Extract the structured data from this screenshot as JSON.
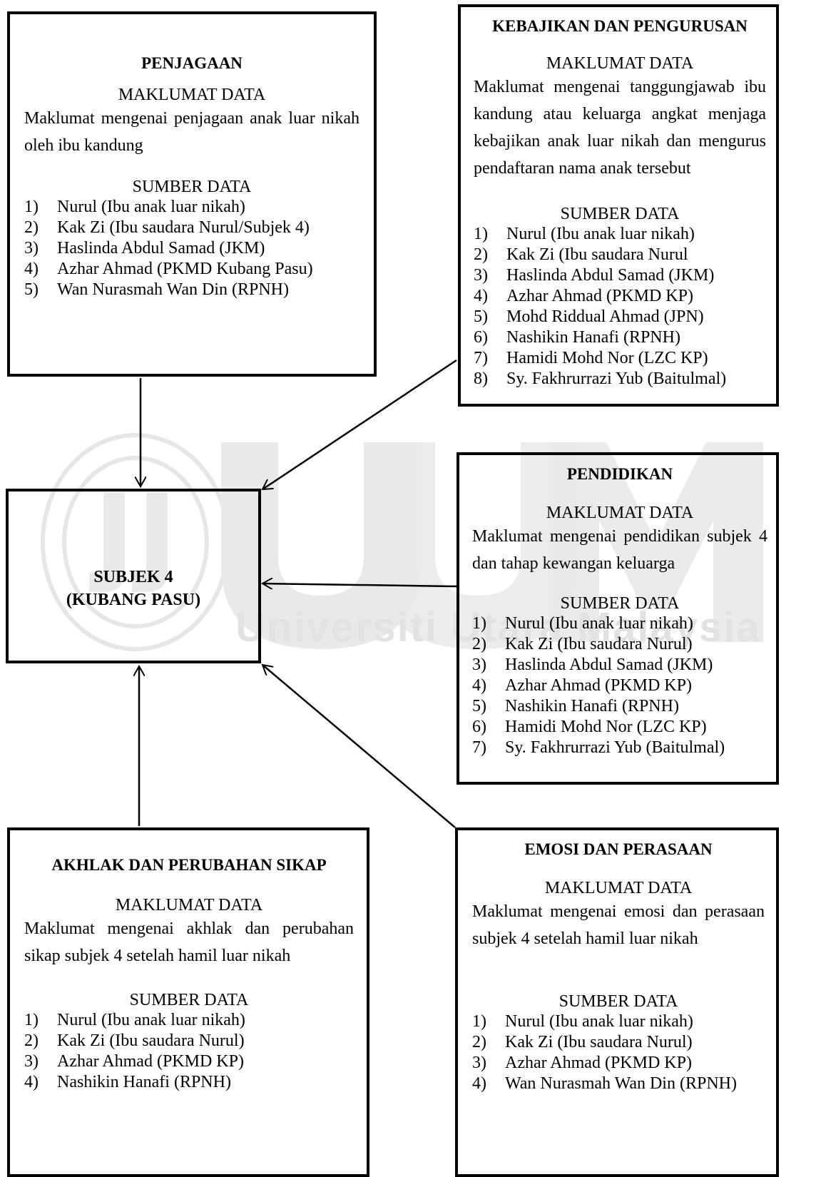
{
  "watermark": {
    "text": "Universiti Utara Malaysia",
    "logo_text": "UUM"
  },
  "center": {
    "line1": "SUBJEK 4",
    "line2": "(KUBANG PASU)"
  },
  "penjagaan": {
    "title": "PENJAGAAN",
    "maklumat_label": "MAKLUMAT DATA",
    "maklumat": "Maklumat mengenai penjagaan anak luar nikah oleh ibu kandung",
    "sumber_label": "SUMBER DATA",
    "sources": [
      {
        "n": "1)",
        "t": "Nurul (Ibu anak luar nikah)"
      },
      {
        "n": "2)",
        "t": "Kak Zi (Ibu saudara Nurul/Subjek 4)"
      },
      {
        "n": "3)",
        "t": "Haslinda Abdul Samad (JKM)"
      },
      {
        "n": "4)",
        "t": "Azhar Ahmad (PKMD Kubang Pasu)"
      },
      {
        "n": "5)",
        "t": "Wan Nurasmah Wan Din (RPNH)"
      }
    ]
  },
  "kebajikan": {
    "title": "KEBAJIKAN DAN PENGURUSAN",
    "maklumat_label": "MAKLUMAT DATA",
    "maklumat": "Maklumat mengenai tanggungjawab ibu kandung atau keluarga angkat menjaga kebajikan anak luar nikah dan mengurus pendaftaran nama anak tersebut",
    "sumber_label": "SUMBER DATA",
    "sources": [
      {
        "n": "1)",
        "t": "Nurul (Ibu anak luar nikah)"
      },
      {
        "n": "2)",
        "t": "Kak Zi (Ibu saudara Nurul"
      },
      {
        "n": "3)",
        "t": "Haslinda Abdul Samad (JKM)"
      },
      {
        "n": "4)",
        "t": "Azhar Ahmad (PKMD KP)"
      },
      {
        "n": "5)",
        "t": "Mohd Riddual Ahmad (JPN)"
      },
      {
        "n": "6)",
        "t": "Nashikin Hanafi (RPNH)"
      },
      {
        "n": "7)",
        "t": "Hamidi Mohd Nor (LZC KP)"
      },
      {
        "n": "8)",
        "t": "Sy. Fakhrurrazi Yub (Baitulmal)"
      }
    ]
  },
  "pendidikan": {
    "title": "PENDIDIKAN",
    "maklumat_label": "MAKLUMAT DATA",
    "maklumat": "Maklumat mengenai pendidikan subjek 4 dan tahap kewangan keluarga",
    "sumber_label": "SUMBER DATA",
    "sources": [
      {
        "n": "1)",
        "t": "Nurul (Ibu anak luar nikah)"
      },
      {
        "n": "2)",
        "t": "Kak Zi (Ibu saudara Nurul)"
      },
      {
        "n": "3)",
        "t": "Haslinda Abdul Samad (JKM)"
      },
      {
        "n": "4)",
        "t": "Azhar Ahmad (PKMD KP)"
      },
      {
        "n": "5)",
        "t": "Nashikin Hanafi (RPNH)"
      },
      {
        "n": "6)",
        "t": "Hamidi Mohd Nor (LZC KP)"
      },
      {
        "n": "7)",
        "t": "Sy. Fakhrurrazi Yub (Baitulmal)"
      }
    ]
  },
  "akhlak": {
    "title": "AKHLAK DAN PERUBAHAN SIKAP",
    "maklumat_label": "MAKLUMAT DATA",
    "maklumat": "Maklumat mengenai akhlak dan perubahan sikap subjek 4 setelah hamil luar nikah",
    "sumber_label": "SUMBER DATA",
    "sources": [
      {
        "n": "1)",
        "t": "Nurul (Ibu anak luar nikah)"
      },
      {
        "n": "2)",
        "t": "Kak Zi (Ibu saudara Nurul)"
      },
      {
        "n": "3)",
        "t": "Azhar Ahmad (PKMD KP)"
      },
      {
        "n": "4)",
        "t": "Nashikin Hanafi (RPNH)"
      }
    ]
  },
  "emosi": {
    "title": "EMOSI DAN PERASAAN",
    "maklumat_label": "MAKLUMAT DATA",
    "maklumat": "Maklumat mengenai emosi dan perasaan subjek 4 setelah hamil luar nikah",
    "sumber_label": "SUMBER DATA",
    "sources": [
      {
        "n": "1)",
        "t": "Nurul (Ibu anak luar nikah)"
      },
      {
        "n": "2)",
        "t": "Kak Zi (Ibu saudara Nurul)"
      },
      {
        "n": "3)",
        "t": "Azhar Ahmad (PKMD KP)"
      },
      {
        "n": "4)",
        "t": "Wan Nurasmah Wan Din (RPNH)"
      }
    ]
  }
}
